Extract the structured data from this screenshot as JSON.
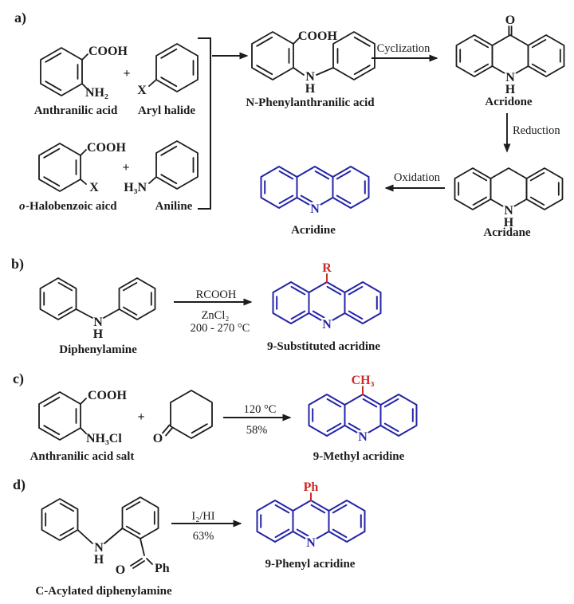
{
  "palette": {
    "ink": "#1c1c1c",
    "blue": "#2424a8",
    "red": "#cf2828",
    "background": "#ffffff"
  },
  "sections": {
    "a": {
      "label": "a)",
      "anthranilic": {
        "cooh": "COOH",
        "nh2": "NH₂",
        "name": "Anthranilic acid"
      },
      "plus1": "+",
      "aryl_halide": {
        "x": "X",
        "name": "Aryl halide"
      },
      "halobenzoic": {
        "cooh": "COOH",
        "x": "X",
        "name_prefix": "o",
        "name_rest": "-Halobenzoic aicd"
      },
      "plus2": "+",
      "aniline": {
        "h3n": "H₃N",
        "name": "Aniline"
      },
      "phenylanthranilic": {
        "cooh": "COOH",
        "n": "N",
        "h": "H",
        "name": "N-Phenylanthranilic acid"
      },
      "cyclization_label": "Cyclization",
      "acridone": {
        "o": "O",
        "n": "N",
        "h": "H",
        "name": "Acridone"
      },
      "reduction_label": "Reduction",
      "acridane": {
        "n": "N",
        "h": "H",
        "name": "Acridane"
      },
      "oxidation_label": "Oxidation",
      "acridine": {
        "n": "N",
        "name": "Acridine"
      }
    },
    "b": {
      "label": "b)",
      "diphenylamine": {
        "n": "N",
        "h": "H",
        "name": "Diphenylamine"
      },
      "conditions": {
        "above": "RCOOH",
        "below1": "ZnCl₂",
        "below2": "200 - 270 °C"
      },
      "product": {
        "r": "R",
        "n": "N",
        "name": "9-Substituted acridine"
      }
    },
    "c": {
      "label": "c)",
      "salt": {
        "cooh": "COOH",
        "nh3cl": "NH₃Cl",
        "name": "Anthranilic acid salt"
      },
      "plus": "+",
      "enone": {
        "o": "O"
      },
      "conditions": {
        "above": "120 °C",
        "below": "58%"
      },
      "product": {
        "ch3": "CH₃",
        "n": "N",
        "name": "9-Methyl acridine"
      }
    },
    "d": {
      "label": "d)",
      "substrate": {
        "n": "N",
        "h": "H",
        "o": "O",
        "ph": "Ph",
        "name": "C-Acylated diphenylamine"
      },
      "conditions": {
        "above": "I₂/HI",
        "below": "63%"
      },
      "product": {
        "ph": "Ph",
        "n": "N",
        "name": "9-Phenyl acridine"
      }
    }
  }
}
